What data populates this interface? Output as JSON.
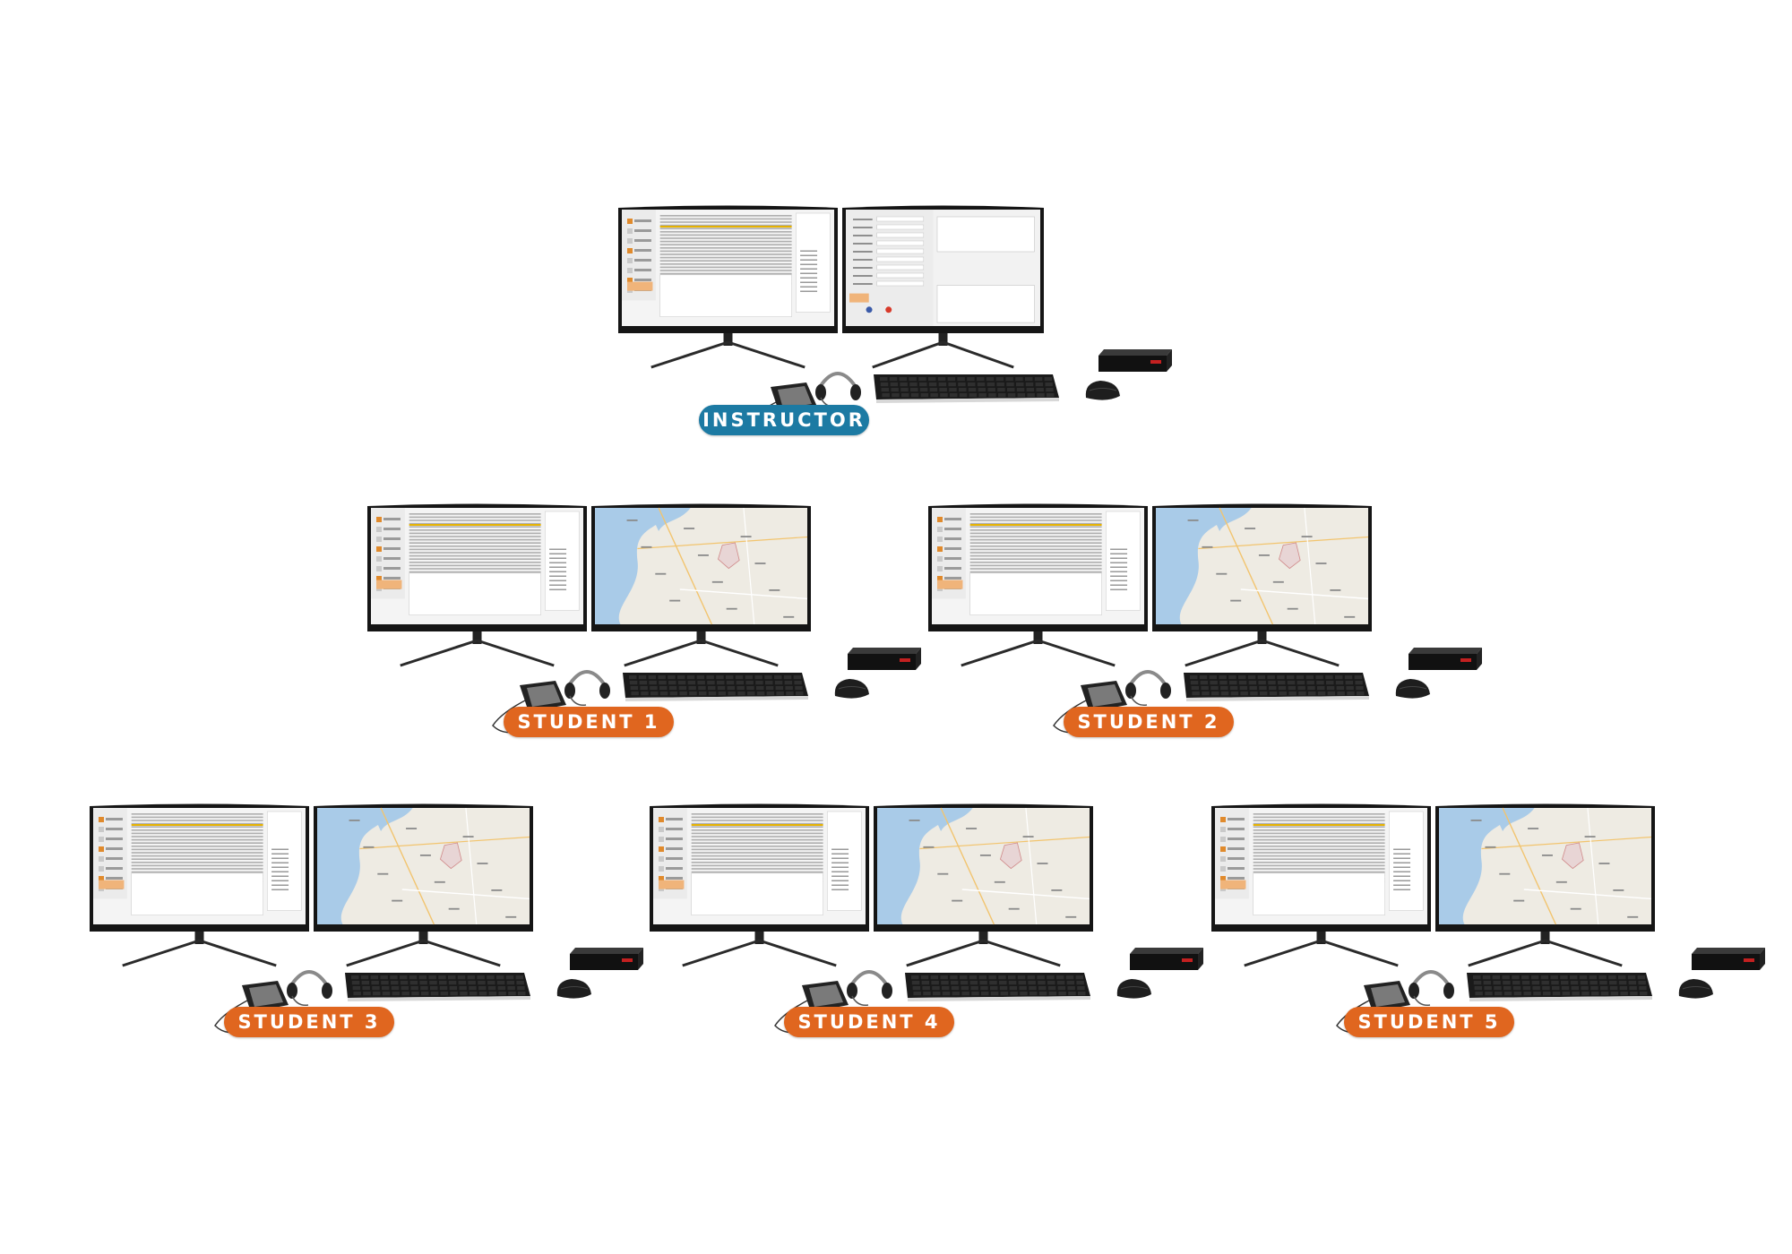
{
  "stations": [
    {
      "label": "INSTRUCTOR",
      "role": "instructor"
    },
    {
      "label": "STUDENT 1",
      "role": "student"
    },
    {
      "label": "STUDENT 2",
      "role": "student"
    },
    {
      "label": "STUDENT 3",
      "role": "student"
    },
    {
      "label": "STUDENT 4",
      "role": "student"
    },
    {
      "label": "STUDENT 5",
      "role": "student"
    }
  ],
  "colors": {
    "instructor_label": "#1c7aa3",
    "student_label": "#e0661f"
  },
  "icons": [
    "monitor-icon",
    "map-screen-icon",
    "mini-pc-icon",
    "speakerphone-icon",
    "headset-icon",
    "keyboard-icon",
    "mouse-icon"
  ]
}
